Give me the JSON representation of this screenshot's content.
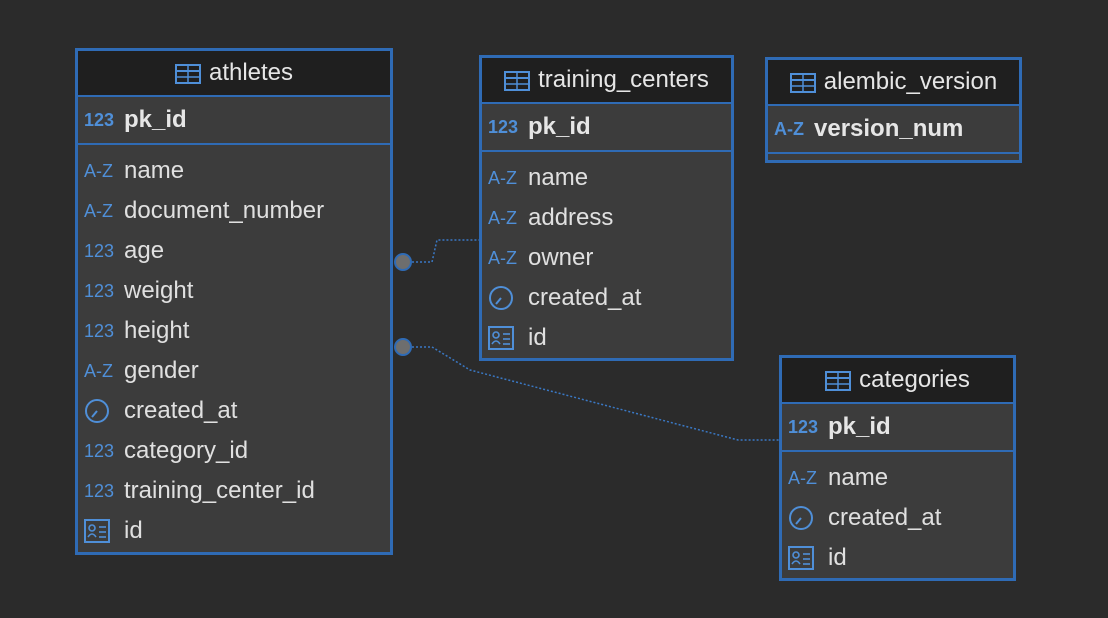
{
  "colors": {
    "background": "#2b2b2b",
    "entity_border": "#2f6bb5",
    "header_bg": "#1f1f1f",
    "body_bg": "#3c3c3c",
    "type_icon": "#4f8fd8",
    "connector": "#3a78c4"
  },
  "type_badges": {
    "number": "123",
    "text": "A-Z"
  },
  "entities": {
    "athletes": {
      "title": "athletes",
      "pk": {
        "name": "pk_id",
        "type": "number"
      },
      "columns": [
        {
          "name": "name",
          "type": "text"
        },
        {
          "name": "document_number",
          "type": "text"
        },
        {
          "name": "age",
          "type": "number"
        },
        {
          "name": "weight",
          "type": "number"
        },
        {
          "name": "height",
          "type": "number"
        },
        {
          "name": "gender",
          "type": "text"
        },
        {
          "name": "created_at",
          "type": "datetime"
        },
        {
          "name": "category_id",
          "type": "number"
        },
        {
          "name": "training_center_id",
          "type": "number"
        },
        {
          "name": "id",
          "type": "id"
        }
      ]
    },
    "training_centers": {
      "title": "training_centers",
      "pk": {
        "name": "pk_id",
        "type": "number"
      },
      "columns": [
        {
          "name": "name",
          "type": "text"
        },
        {
          "name": "address",
          "type": "text"
        },
        {
          "name": "owner",
          "type": "text"
        },
        {
          "name": "created_at",
          "type": "datetime"
        },
        {
          "name": "id",
          "type": "id"
        }
      ]
    },
    "alembic_version": {
      "title": "alembic_version",
      "pk": {
        "name": "version_num",
        "type": "text"
      },
      "columns": []
    },
    "categories": {
      "title": "categories",
      "pk": {
        "name": "pk_id",
        "type": "number"
      },
      "columns": [
        {
          "name": "name",
          "type": "text"
        },
        {
          "name": "created_at",
          "type": "datetime"
        },
        {
          "name": "id",
          "type": "id"
        }
      ]
    }
  },
  "relationships": [
    {
      "from": "athletes",
      "to": "training_centers"
    },
    {
      "from": "athletes",
      "to": "categories"
    }
  ]
}
